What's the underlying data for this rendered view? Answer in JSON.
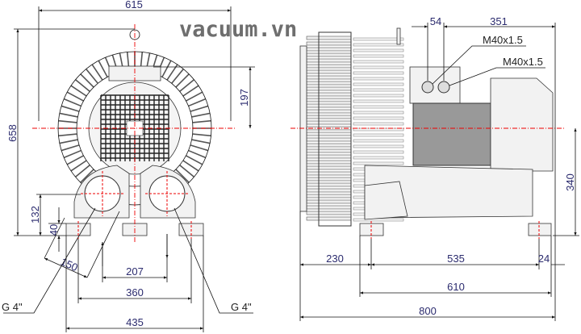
{
  "watermark": "vacuum.vn",
  "front_view": {
    "dimensions": {
      "overall_width": "615",
      "overall_height": "658",
      "axis_to_top": "197",
      "port_center_height": "132",
      "foot_height": "40",
      "flange_diameter": "150",
      "port_spacing": "207",
      "foot_spacing": "360",
      "foot_outer_width": "435"
    },
    "labels": {
      "port_left": "G 4\"",
      "port_right": "G 4\""
    }
  },
  "side_view": {
    "dimensions": {
      "cable_gland_spacing": "54",
      "gland_to_end": "351",
      "axis_height": "340",
      "front_to_foot": "230",
      "foot_spacing": "535",
      "foot_to_end": "24",
      "foot_outer_length": "610",
      "overall_length": "800"
    },
    "labels": {
      "gland_1": "M40x1.5",
      "gland_2": "M40x1.5"
    }
  },
  "colors": {
    "dimension_text": "#2b2b6e",
    "centerline": "#e00000",
    "watermark": "#6e6e6e"
  }
}
